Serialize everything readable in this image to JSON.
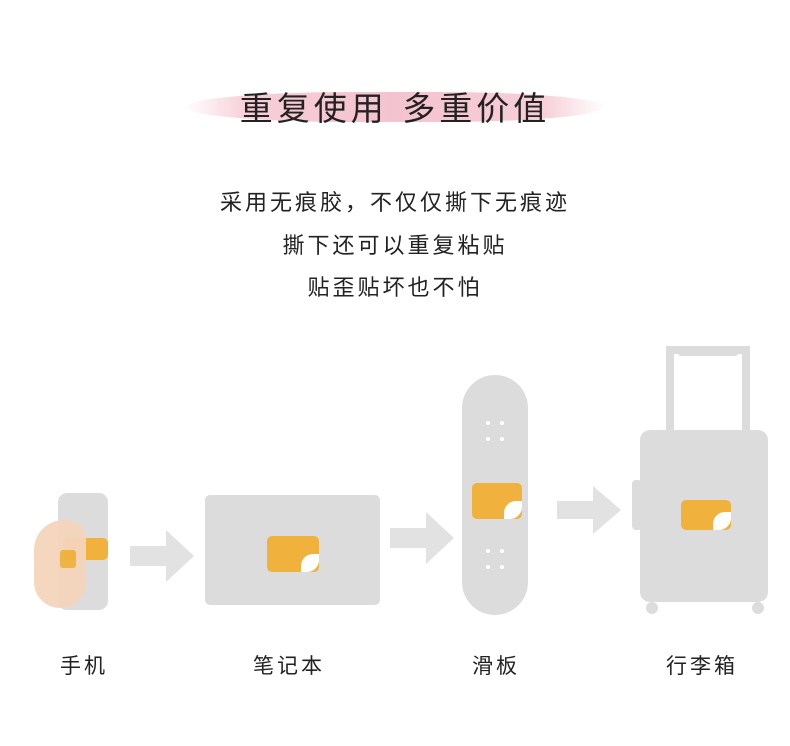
{
  "title": "重复使用 多重价值",
  "lines": [
    "采用无痕胶，不仅仅撕下无痕迹",
    "撕下还可以重复粘贴",
    "贴歪贴坏也不怕"
  ],
  "labels": {
    "phone": "手机",
    "laptop": "笔记本",
    "skateboard": "滑板",
    "luggage": "行李箱"
  },
  "colors": {
    "sticker": "#f0b23d",
    "item": "#dcdcdc",
    "brush": "#f3bccb"
  }
}
